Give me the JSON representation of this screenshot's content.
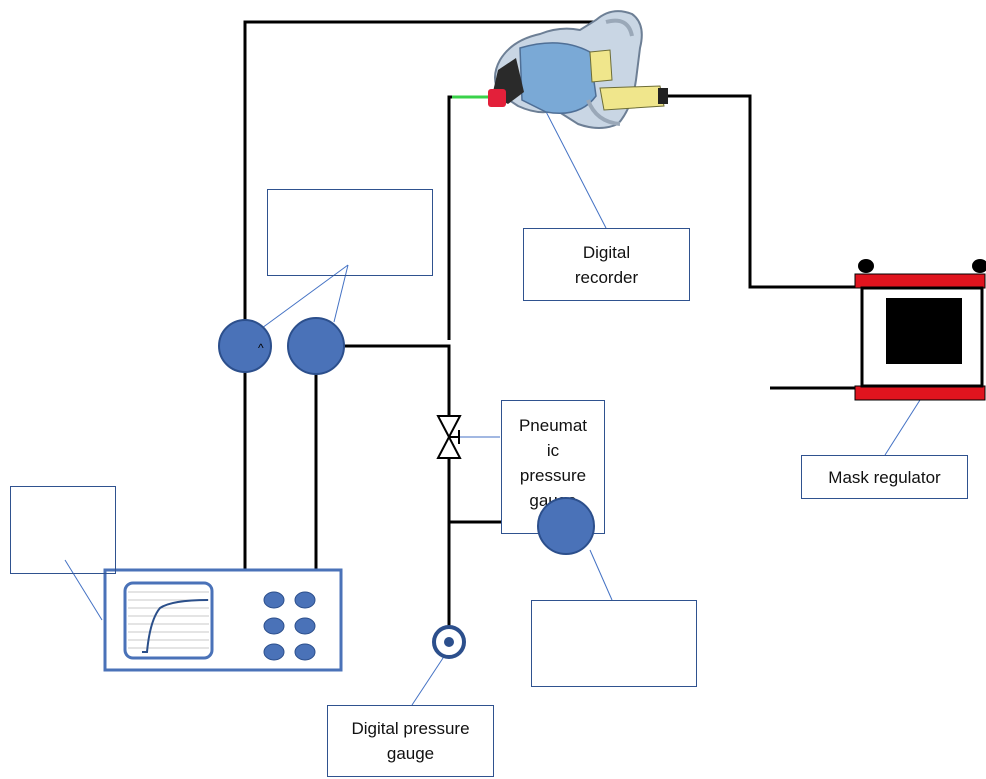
{
  "labels": {
    "digital_recorder": "Digital recorder",
    "pneumatic_pressure_gauge": "Pneumat ic pressure gauge",
    "mask_regulator": "Mask regulator",
    "digital_pressure_gauge": "Digital pressure gauge",
    "valve_mark": "^"
  },
  "colors": {
    "line": "#000000",
    "leader": "#4472c4",
    "box_border": "#2f528f",
    "node_fill": "#4a72b8",
    "node_stroke": "#2c4f8c",
    "regulator_red": "#e0141e",
    "monitor_frame": "#4a72b8",
    "knob_fill": "#4a72b8",
    "tube_green": "#39d24a"
  },
  "icons": [
    "mask-icon",
    "pressure-monitor-icon",
    "regulator-icon",
    "valve-icon",
    "gauge-icon"
  ]
}
